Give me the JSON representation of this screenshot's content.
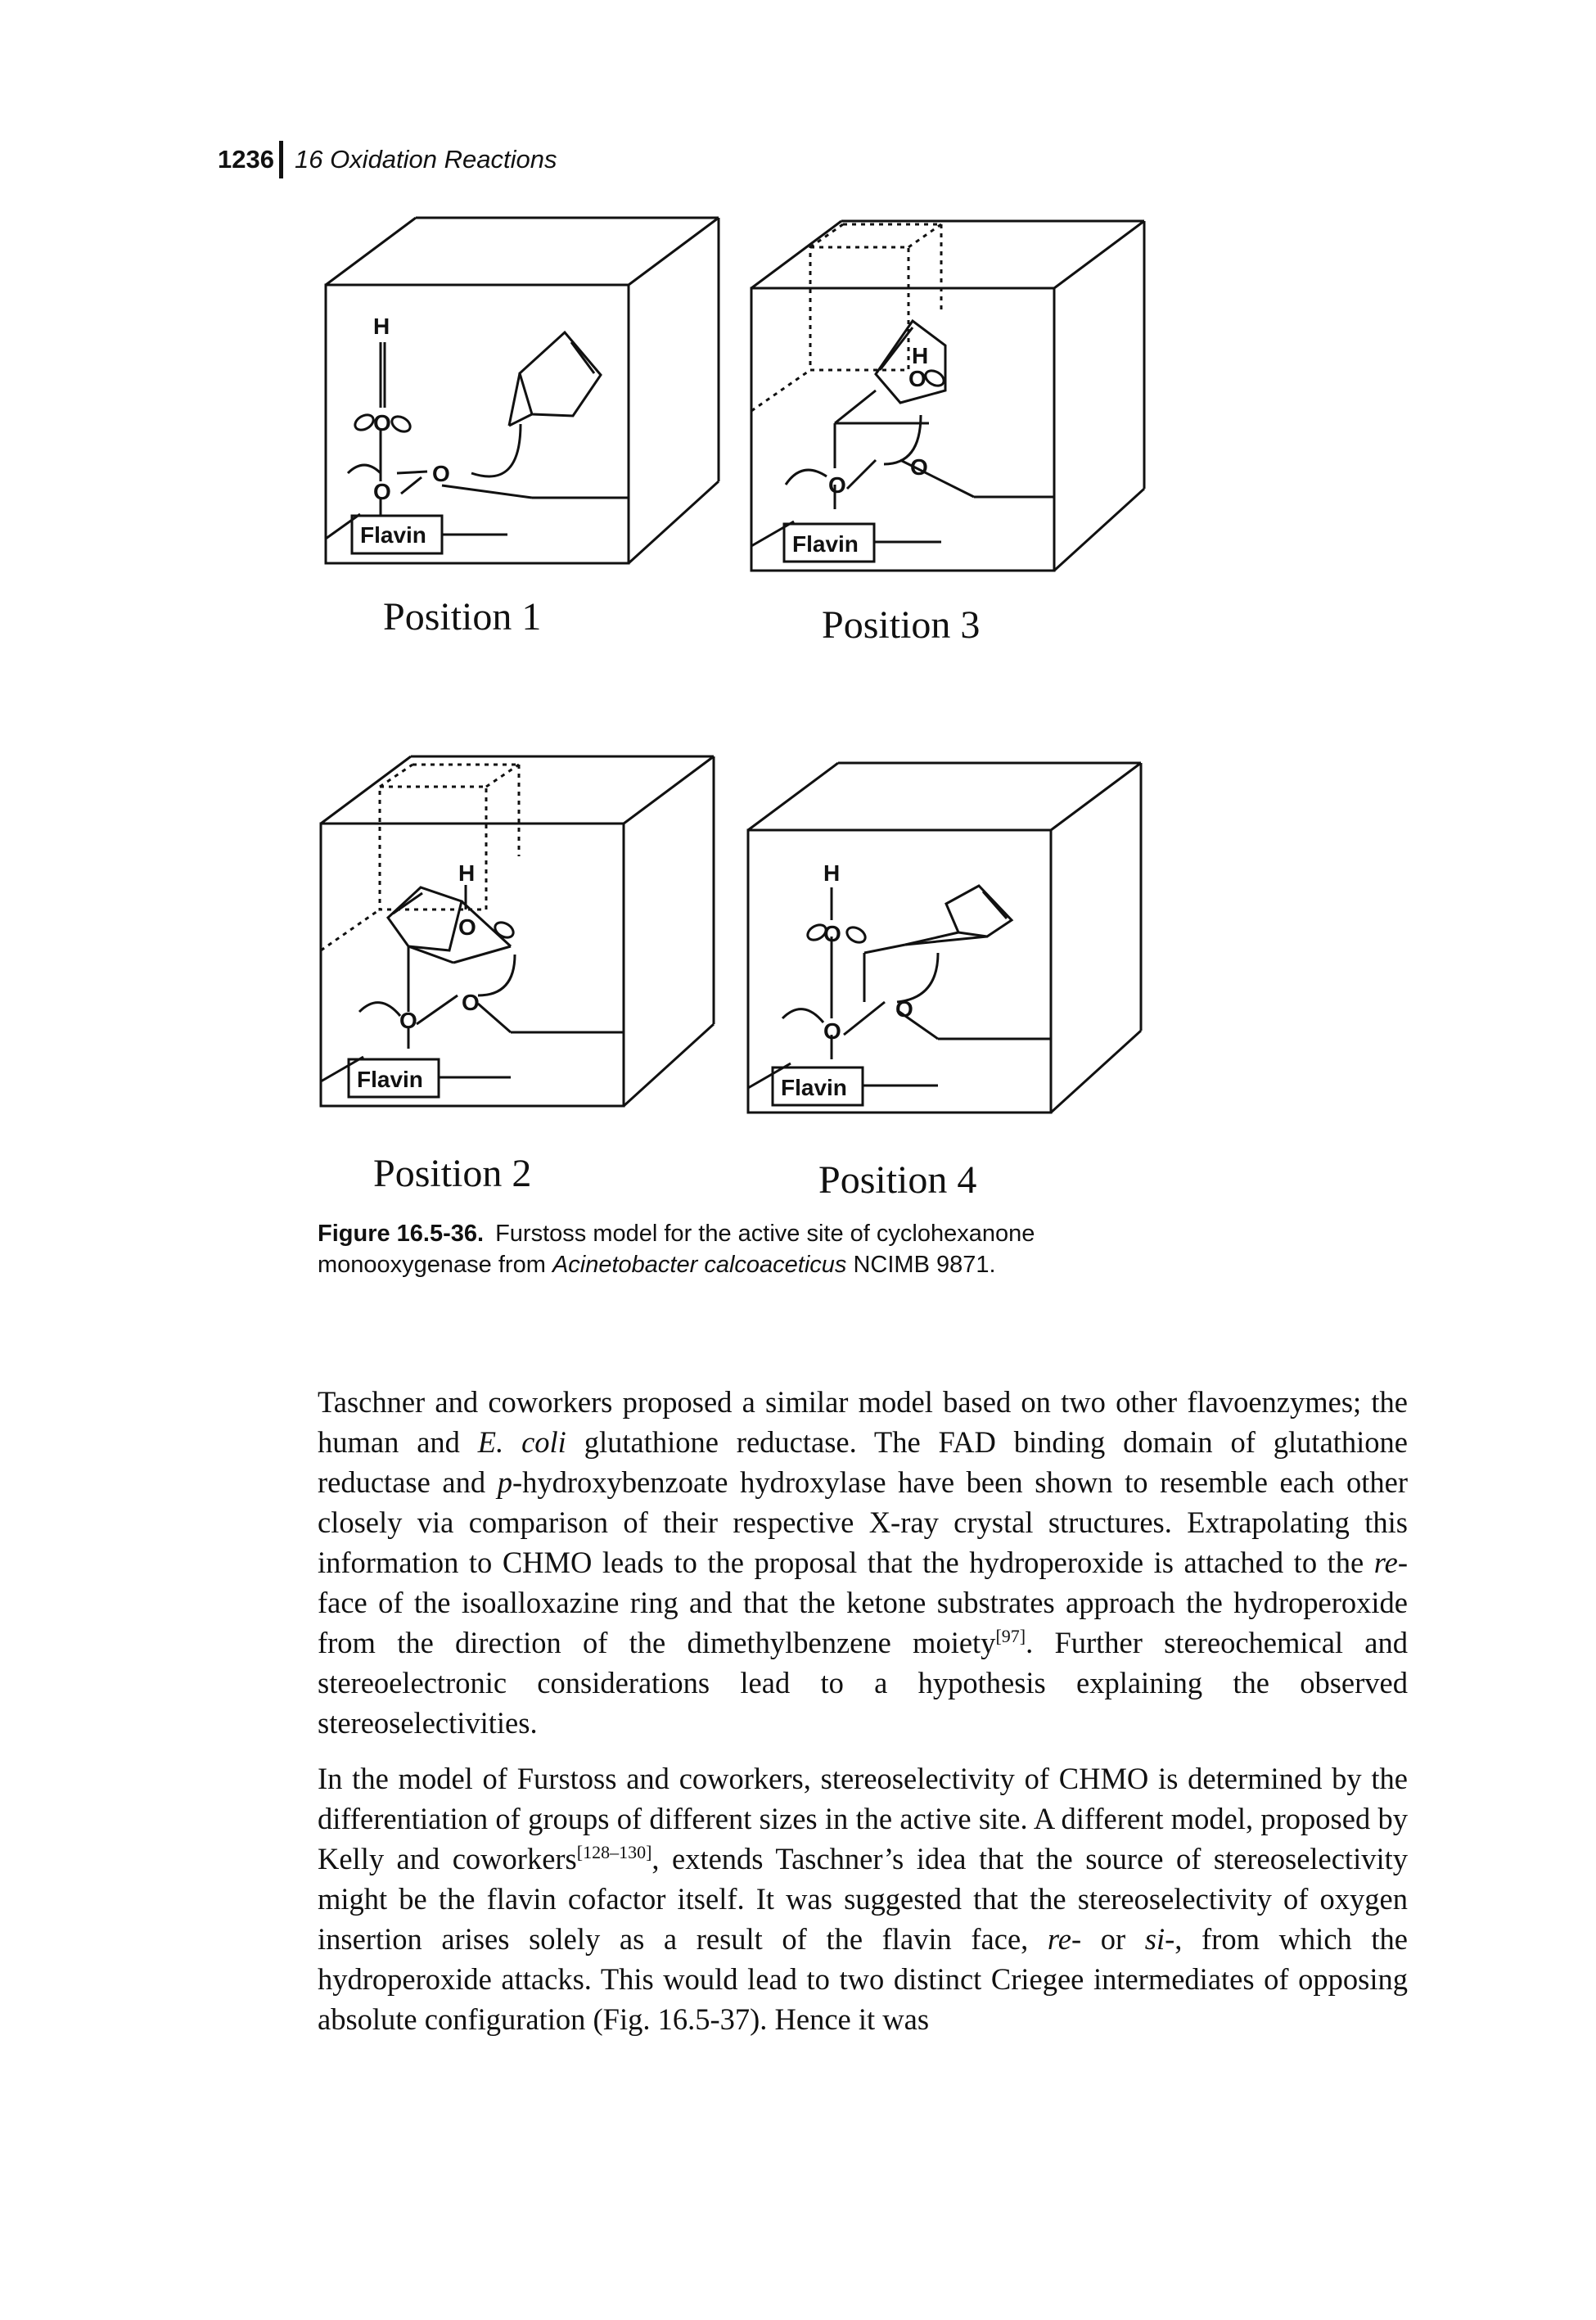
{
  "header": {
    "page_number": "1236",
    "section_title": "16 Oxidation Reactions"
  },
  "figure": {
    "panels": [
      {
        "position_label": "Position 1",
        "flavin_label": "Flavin"
      },
      {
        "position_label": "Position 3",
        "flavin_label": "Flavin"
      },
      {
        "position_label": "Position 2",
        "flavin_label": "Flavin"
      },
      {
        "position_label": "Position 4",
        "flavin_label": "Flavin"
      }
    ],
    "atoms": {
      "hydrogen": "H",
      "oxygen": "O"
    },
    "caption_number": "Figure 16.5-36.",
    "caption_text": "Furstoss model for the active site of cyclohexanone monooxygenase from ",
    "caption_species": "Acinetobacter calcoaceticus",
    "caption_strain": " NCIMB 9871."
  },
  "paragraph1": {
    "part1": "Taschner and coworkers proposed a similar model based on two other flavoenzymes; the human and ",
    "italic1": "E. coli",
    "part2": " glutathione reductase. The FAD binding domain of glutathione reductase and ",
    "italic2": "p",
    "part3": "-hydroxybenzoate hydroxylase have been shown to resemble each other closely via comparison of their respective X-ray crystal structures. Extrapolating this information to CHMO leads to the proposal that the hydroperoxide is attached to the ",
    "italic3": "re",
    "part4": "-face of the isoalloxazine ring and that the ketone substrates approach the hydroperoxide from the direction of the dimethylbenzene moiety",
    "ref1": "[97]",
    "part5": ". Further stereochemical and stereoelectronic considerations lead to a hypothesis explaining the observed stereoselectivities."
  },
  "paragraph2": {
    "part1": "In the model of Furstoss and coworkers, stereoselectivity of CHMO is determined by the differentiation of groups of different sizes in the active site. A different model, proposed by Kelly and coworkers",
    "ref1": "[128–130]",
    "part2": ", extends Taschner’s idea that the source of stereoselectivity might be the flavin cofactor itself. It was suggested that the stereoselectivity of oxygen insertion arises solely as a result of the flavin face, ",
    "italic1": "re-",
    "part3": " or ",
    "italic2": "si-",
    "part4": ", from which the hydroperoxide attacks. This would lead to two distinct Criegee intermediates of opposing absolute configuration (Fig. 16.5-37). Hence it was"
  }
}
